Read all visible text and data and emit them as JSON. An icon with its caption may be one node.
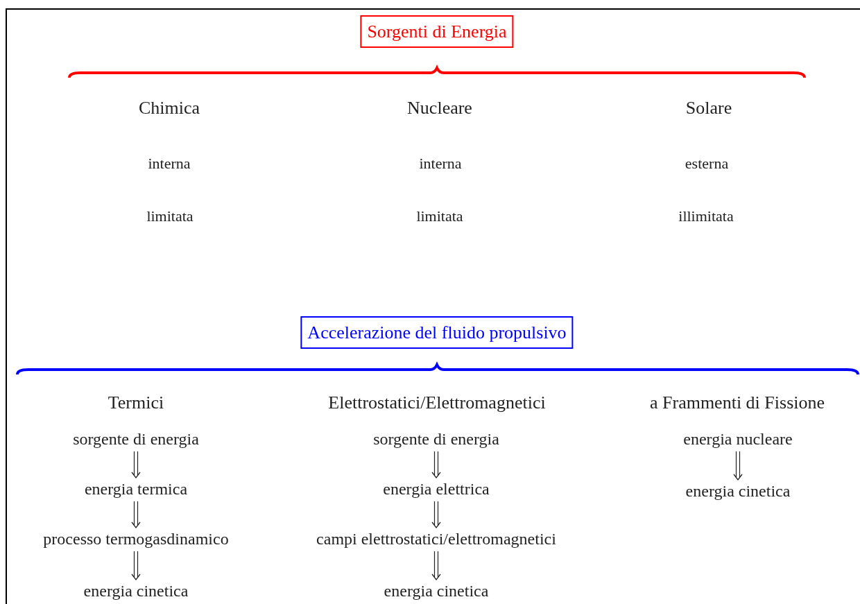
{
  "diagram": {
    "nodes": [
      {
        "text": [
          "Sorgenti di Energia"
        ]
      },
      {
        "text": [
          "Accelerazione del fluido propulsivo"
        ]
      },
      {
        "text": [
          "sorgente di energia"
        ]
      },
      {
        "text": [
          "energia termica"
        ]
      },
      {
        "text": [
          "processo termogasdinamico"
        ]
      },
      {
        "text": [
          "energia cinetica"
        ]
      },
      {
        "text": [
          "sorgente di energia"
        ]
      },
      {
        "text": [
          "energia elettrica"
        ]
      },
      {
        "text": [
          "campi elettrostatici/elettromagnetici"
        ]
      },
      {
        "text": [
          "energia cinetica"
        ]
      },
      {
        "text": [
          "energia nucleare"
        ]
      },
      {
        "text": [
          "energia cinetica"
        ]
      }
    ],
    "edges": [
      {
        "from": 2,
        "to": 3,
        "arrow": "to"
      },
      {
        "from": 3,
        "to": 4,
        "arrow": "to"
      },
      {
        "from": 4,
        "to": 5,
        "arrow": "to"
      },
      {
        "from": 6,
        "to": 7,
        "arrow": "to"
      },
      {
        "from": 7,
        "to": 8,
        "arrow": "to"
      },
      {
        "from": 8,
        "to": 9,
        "arrow": "to"
      },
      {
        "from": 10,
        "to": 11,
        "arrow": "to"
      }
    ],
    "labels": [
      "Chimica",
      "Nucleare",
      "Solare",
      "interna",
      "interna",
      "esterna",
      "limitata",
      "limitata",
      "illimitata",
      "Termici",
      "Elettrostatici/Elettromagnetici",
      "a Frammenti di Fissione"
    ]
  }
}
